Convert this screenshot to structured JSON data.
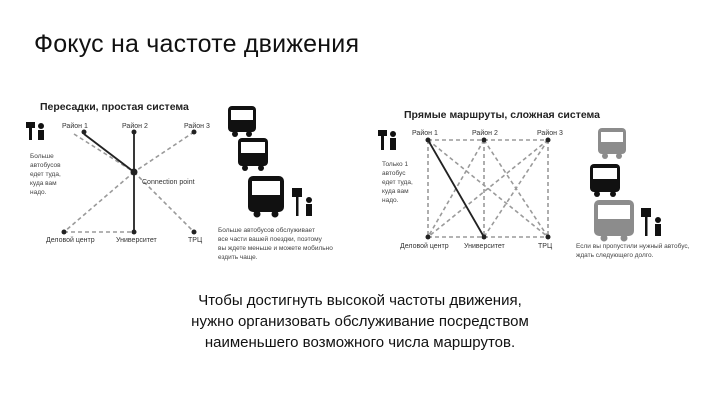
{
  "slide": {
    "title": "Фокус на частоте движения",
    "caption": [
      "Чтобы достигнуть высокой частоты движения,",
      "нужно организовать обслуживание посредством",
      "наименьшего возможного числа маршрутов."
    ]
  },
  "left_diagram": {
    "title": "Пересадки, простая система",
    "stops": {
      "area1": "Район 1",
      "area2": "Район 2",
      "area3": "Район 3",
      "connection": "Connection point",
      "business": "Деловой центр",
      "university": "Университет",
      "mall": "ТРЦ"
    },
    "note_left": [
      "Больше",
      "автобусов",
      "едет туда,",
      "куда вам",
      "надо."
    ],
    "note_right": [
      "Больше автобусов обслуживает",
      "все части вашей поездки, поэтому",
      "вы ждете меньше и можете мобильно",
      "ездить чаще."
    ]
  },
  "right_diagram": {
    "title": "Прямые маршруты, сложная система",
    "stops": {
      "area1": "Район 1",
      "area2": "Район 2",
      "area3": "Район 3",
      "business": "Деловой центр",
      "university": "Университет",
      "mall": "ТРЦ"
    },
    "note_left": [
      "Только 1",
      "автобус",
      "едет туда,",
      "куда вам",
      "надо."
    ],
    "note_right": [
      "Если вы пропустили нужный автобус,",
      "ждать следующего долго."
    ]
  },
  "colors": {
    "dark_route": "#222222",
    "light_route": "#9a9a9a",
    "bus_dark": "#111111",
    "bus_gray": "#8c8c8c"
  }
}
